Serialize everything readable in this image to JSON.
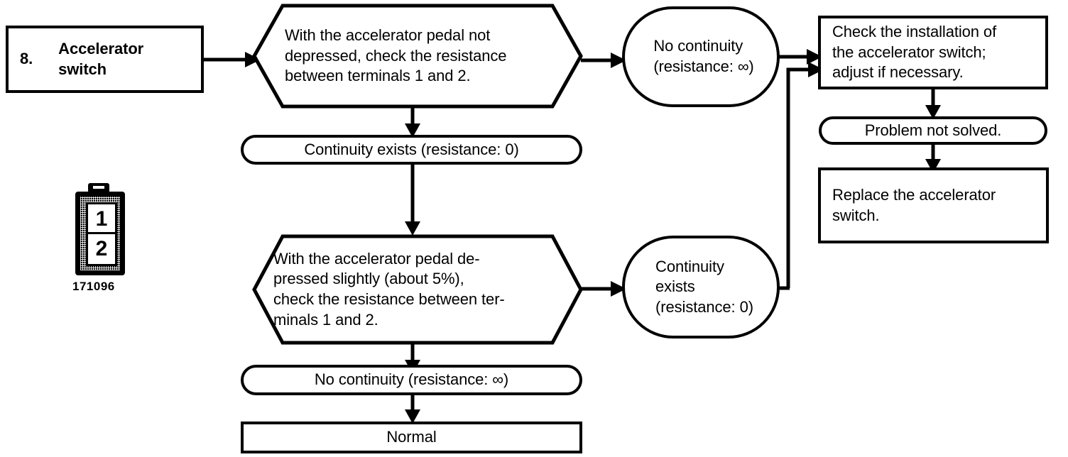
{
  "diagram": {
    "title": "Accelerator switch troubleshooting flowchart",
    "colors": {
      "line": "#000000",
      "background": "#ffffff",
      "text": "#000000"
    },
    "nodes": {
      "step_label": {
        "number": "8.",
        "text": "Accelerator\nswitch"
      },
      "test1": {
        "text": "With the accelerator pedal not\ndepressed, check the resistance\nbetween terminals 1 and 2."
      },
      "test1_result_no_continuity": {
        "text": "No continuity\n(resistance: ∞)"
      },
      "test1_result_continuity": {
        "text": "Continuity exists (resistance: 0)"
      },
      "test2": {
        "text": "With the accelerator pedal de-\npressed slightly (about 5%),\ncheck the resistance between ter-\nminals 1 and 2."
      },
      "test2_result_continuity": {
        "text": "Continuity\nexists\n(resistance: 0)"
      },
      "test2_result_no_continuity": {
        "text": "No continuity (resistance: ∞)"
      },
      "normal": {
        "text": "Normal"
      },
      "check_installation": {
        "text": "Check the installation of\nthe accelerator switch;\nadjust if necessary."
      },
      "problem_not_solved": {
        "text": "Problem not solved."
      },
      "replace_switch": {
        "text": "Replace the accelerator\nswitch."
      }
    },
    "connector_figure": {
      "pin1": "1",
      "pin2": "2",
      "caption": "171096"
    }
  }
}
